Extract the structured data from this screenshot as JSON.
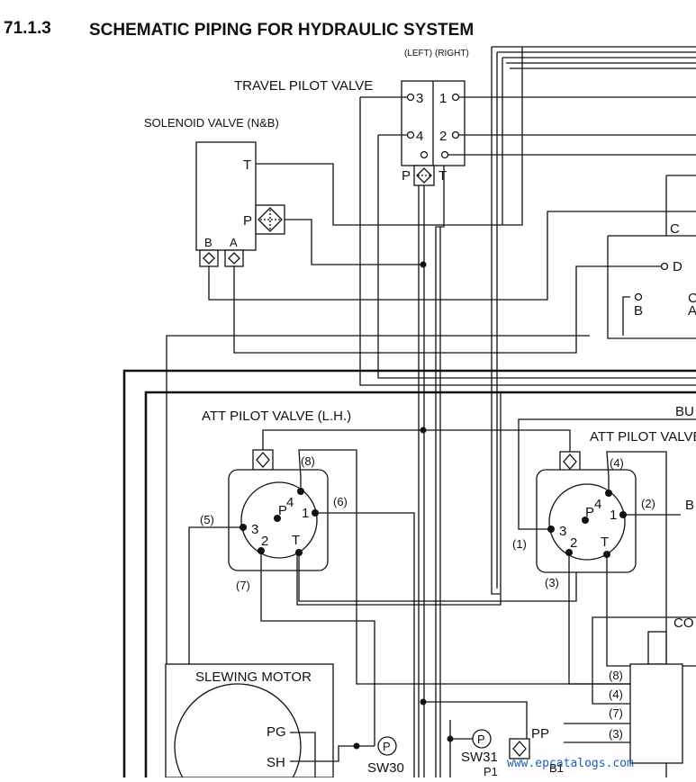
{
  "header": {
    "section_number": "71.1.3",
    "title": "SCHEMATIC PIPING FOR HYDRAULIC SYSTEM"
  },
  "travel_pilot_valve": {
    "title": "TRAVEL PILOT VALVE",
    "left_label": "(LEFT)",
    "right_label": "(RIGHT)",
    "ports": {
      "p3": "3",
      "p4": "4",
      "p1": "1",
      "p2": "2",
      "p": "P",
      "t": "T"
    }
  },
  "solenoid_valve": {
    "title": "SOLENOID VALVE (N&B)",
    "ports": {
      "t": "T",
      "p": "P",
      "b": "B",
      "a": "A"
    }
  },
  "right_block": {
    "c": "C",
    "d": "D",
    "b": "B",
    "a": "A",
    "c2": "C"
  },
  "att_pilot_lh": {
    "title": "ATT PILOT VALVE (L.H.)",
    "ports": {
      "p": "P",
      "p1": "1",
      "p2": "2",
      "p3": "3",
      "p4": "4",
      "t": "T"
    },
    "lines": {
      "l5": "(5)",
      "l6": "(6)",
      "l7": "(7)",
      "l8": "(8)"
    }
  },
  "att_pilot_rh": {
    "title": "ATT PILOT VALVE",
    "ports": {
      "p": "P",
      "p1": "1",
      "p2": "2",
      "p3": "3",
      "p4": "4",
      "t": "T"
    },
    "lines": {
      "l1": "(1)",
      "l2": "(2)",
      "l3": "(3)",
      "l4": "(4)"
    }
  },
  "edge_labels": {
    "bu": "BU",
    "b": "B",
    "co": "CO"
  },
  "slewing_motor": {
    "title": "SLEWING MOTOR",
    "pg": "PG",
    "sh": "SH"
  },
  "switches": {
    "sw30": "SW30",
    "sw31": "SW31",
    "p_symbol": "P",
    "pp": "PP",
    "p1": "P1",
    "b1": "B1"
  },
  "connector_lines": [
    "(8)",
    "(4)",
    "(7)",
    "(3)"
  ],
  "watermark": "www.epcatalogs.com"
}
